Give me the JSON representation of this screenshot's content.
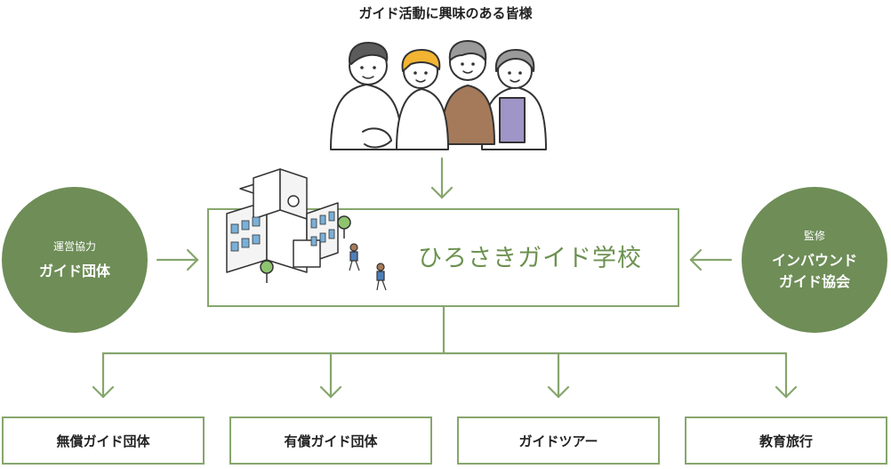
{
  "header": {
    "title": "ガイド活動に興味のある皆様"
  },
  "center": {
    "title": "ひろさきガイド学校"
  },
  "left": {
    "role": "運営協力",
    "name": "ガイド団体"
  },
  "right": {
    "role": "監修",
    "name_line1": "インバウンド",
    "name_line2": "ガイド協会"
  },
  "outputs": [
    {
      "label": "無償ガイド団体"
    },
    {
      "label": "有償ガイド団体"
    },
    {
      "label": "ガイドツアー"
    },
    {
      "label": "教育旅行"
    }
  ],
  "colors": {
    "green": "#6e8d57",
    "line": "#86a66d",
    "brown": "#a57a5a",
    "orange": "#f2b431",
    "purple": "#9f95c7"
  }
}
